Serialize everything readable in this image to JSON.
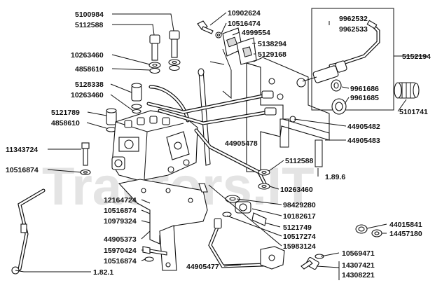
{
  "watermark": "Tractors.IT",
  "labels": [
    {
      "id": "5100984",
      "text": "5100984"
    },
    {
      "id": "5112588a",
      "text": "5112588"
    },
    {
      "id": "10263460a",
      "text": "10263460"
    },
    {
      "id": "4858610a",
      "text": "4858610"
    },
    {
      "id": "5128338",
      "text": "5128338"
    },
    {
      "id": "10263460b",
      "text": "10263460"
    },
    {
      "id": "5121789",
      "text": "5121789"
    },
    {
      "id": "4858610b",
      "text": "4858610"
    },
    {
      "id": "11343724",
      "text": "11343724"
    },
    {
      "id": "10516874a",
      "text": "10516874"
    },
    {
      "id": "10902624",
      "text": "10902624"
    },
    {
      "id": "10516474",
      "text": "10516474"
    },
    {
      "id": "4999554",
      "text": "4999554"
    },
    {
      "id": "5138294",
      "text": "5138294"
    },
    {
      "id": "5129168",
      "text": "5129168"
    },
    {
      "id": "9962532",
      "text": "9962532"
    },
    {
      "id": "9962533",
      "text": "9962533"
    },
    {
      "id": "5152194",
      "text": "5152194"
    },
    {
      "id": "9961686",
      "text": "9961686"
    },
    {
      "id": "9961685",
      "text": "9961685"
    },
    {
      "id": "5101741",
      "text": "5101741"
    },
    {
      "id": "44905482",
      "text": "44905482"
    },
    {
      "id": "44905483",
      "text": "44905483"
    },
    {
      "id": "44905478",
      "text": "44905478"
    },
    {
      "id": "5112588b",
      "text": "5112588"
    },
    {
      "id": "r189",
      "text": "1.89.6"
    },
    {
      "id": "10263460c",
      "text": "10263460"
    },
    {
      "id": "98429280",
      "text": "98429280"
    },
    {
      "id": "10182617",
      "text": "10182617"
    },
    {
      "id": "5121749",
      "text": "5121749"
    },
    {
      "id": "10517274",
      "text": "10517274"
    },
    {
      "id": "15983124",
      "text": "15983124"
    },
    {
      "id": "12164724",
      "text": "12164724"
    },
    {
      "id": "10516874b",
      "text": "10516874"
    },
    {
      "id": "10979324",
      "text": "10979324"
    },
    {
      "id": "44905373",
      "text": "44905373"
    },
    {
      "id": "15970424",
      "text": "15970424"
    },
    {
      "id": "10516874c",
      "text": "10516874"
    },
    {
      "id": "44905477",
      "text": "44905477"
    },
    {
      "id": "r182",
      "text": "1.82.1"
    },
    {
      "id": "44015841",
      "text": "44015841"
    },
    {
      "id": "14457180",
      "text": "14457180"
    },
    {
      "id": "10569471",
      "text": "10569471"
    },
    {
      "id": "14307421",
      "text": "14307421"
    },
    {
      "id": "14308221",
      "text": "14308221"
    }
  ]
}
